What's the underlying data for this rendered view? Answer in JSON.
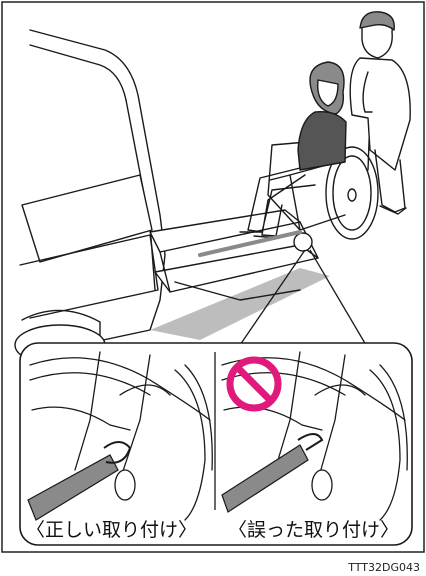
{
  "figure_code": "TTT32DG043",
  "panels": [
    {
      "caption": "〈正しい取り付け〉",
      "state": "correct"
    },
    {
      "caption": "〈誤った取り付け〉",
      "state": "incorrect"
    }
  ],
  "colors": {
    "prohibition": "#e0197d",
    "strap": "#8a8a8a",
    "floor": "#bdbdbd",
    "line": "#1a1a1a"
  }
}
